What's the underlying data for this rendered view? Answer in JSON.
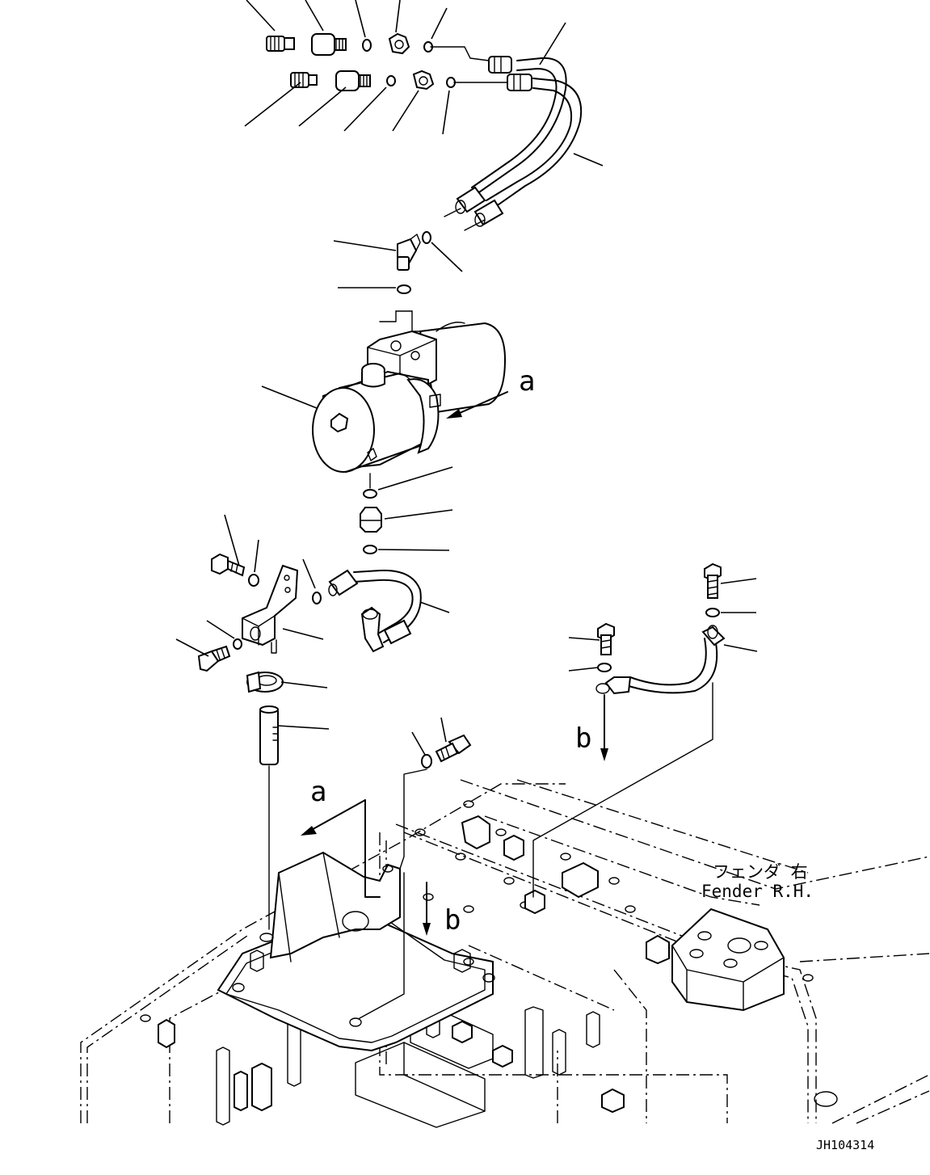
{
  "view_labels": {
    "a_top": "a",
    "a_bottom": "a",
    "b_left": "b",
    "b_right": "b"
  },
  "fender_label": {
    "japanese": "フェンダ 右",
    "english": "Fender R.H."
  },
  "drawing_id": "JH104314"
}
